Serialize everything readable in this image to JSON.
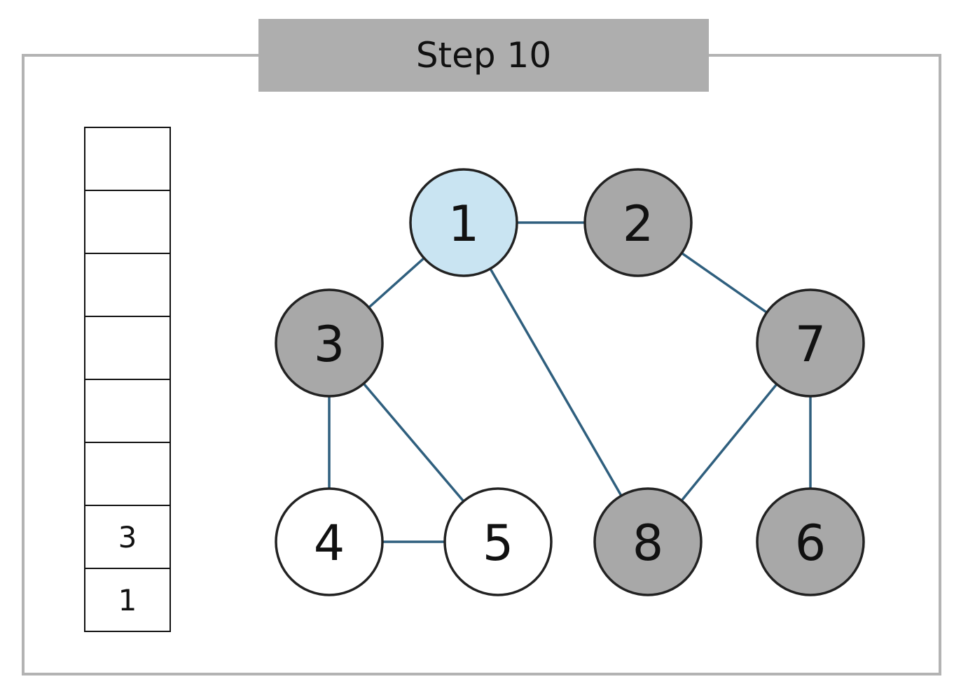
{
  "title": "Step 10",
  "colors": {
    "frame_border": "#b3b3b3",
    "banner_fill": "#aeaeae",
    "edge": "#2f5f7e",
    "node_stroke": "#222222",
    "current": "#c9e4f2",
    "visited": "#a8a8a8",
    "unvisited": "#ffffff"
  },
  "stack": [
    "",
    "",
    "",
    "",
    "",
    "",
    "3",
    "1"
  ],
  "nodes": [
    {
      "id": "1",
      "label": "1",
      "state": "current"
    },
    {
      "id": "2",
      "label": "2",
      "state": "visited"
    },
    {
      "id": "3",
      "label": "3",
      "state": "visited"
    },
    {
      "id": "7",
      "label": "7",
      "state": "visited"
    },
    {
      "id": "4",
      "label": "4",
      "state": "unvisited"
    },
    {
      "id": "5",
      "label": "5",
      "state": "unvisited"
    },
    {
      "id": "8",
      "label": "8",
      "state": "visited"
    },
    {
      "id": "6",
      "label": "6",
      "state": "visited"
    }
  ],
  "edges": [
    [
      "1",
      "2"
    ],
    [
      "1",
      "3"
    ],
    [
      "1",
      "8"
    ],
    [
      "2",
      "7"
    ],
    [
      "3",
      "4"
    ],
    [
      "3",
      "5"
    ],
    [
      "4",
      "5"
    ],
    [
      "7",
      "8"
    ],
    [
      "7",
      "6"
    ]
  ]
}
